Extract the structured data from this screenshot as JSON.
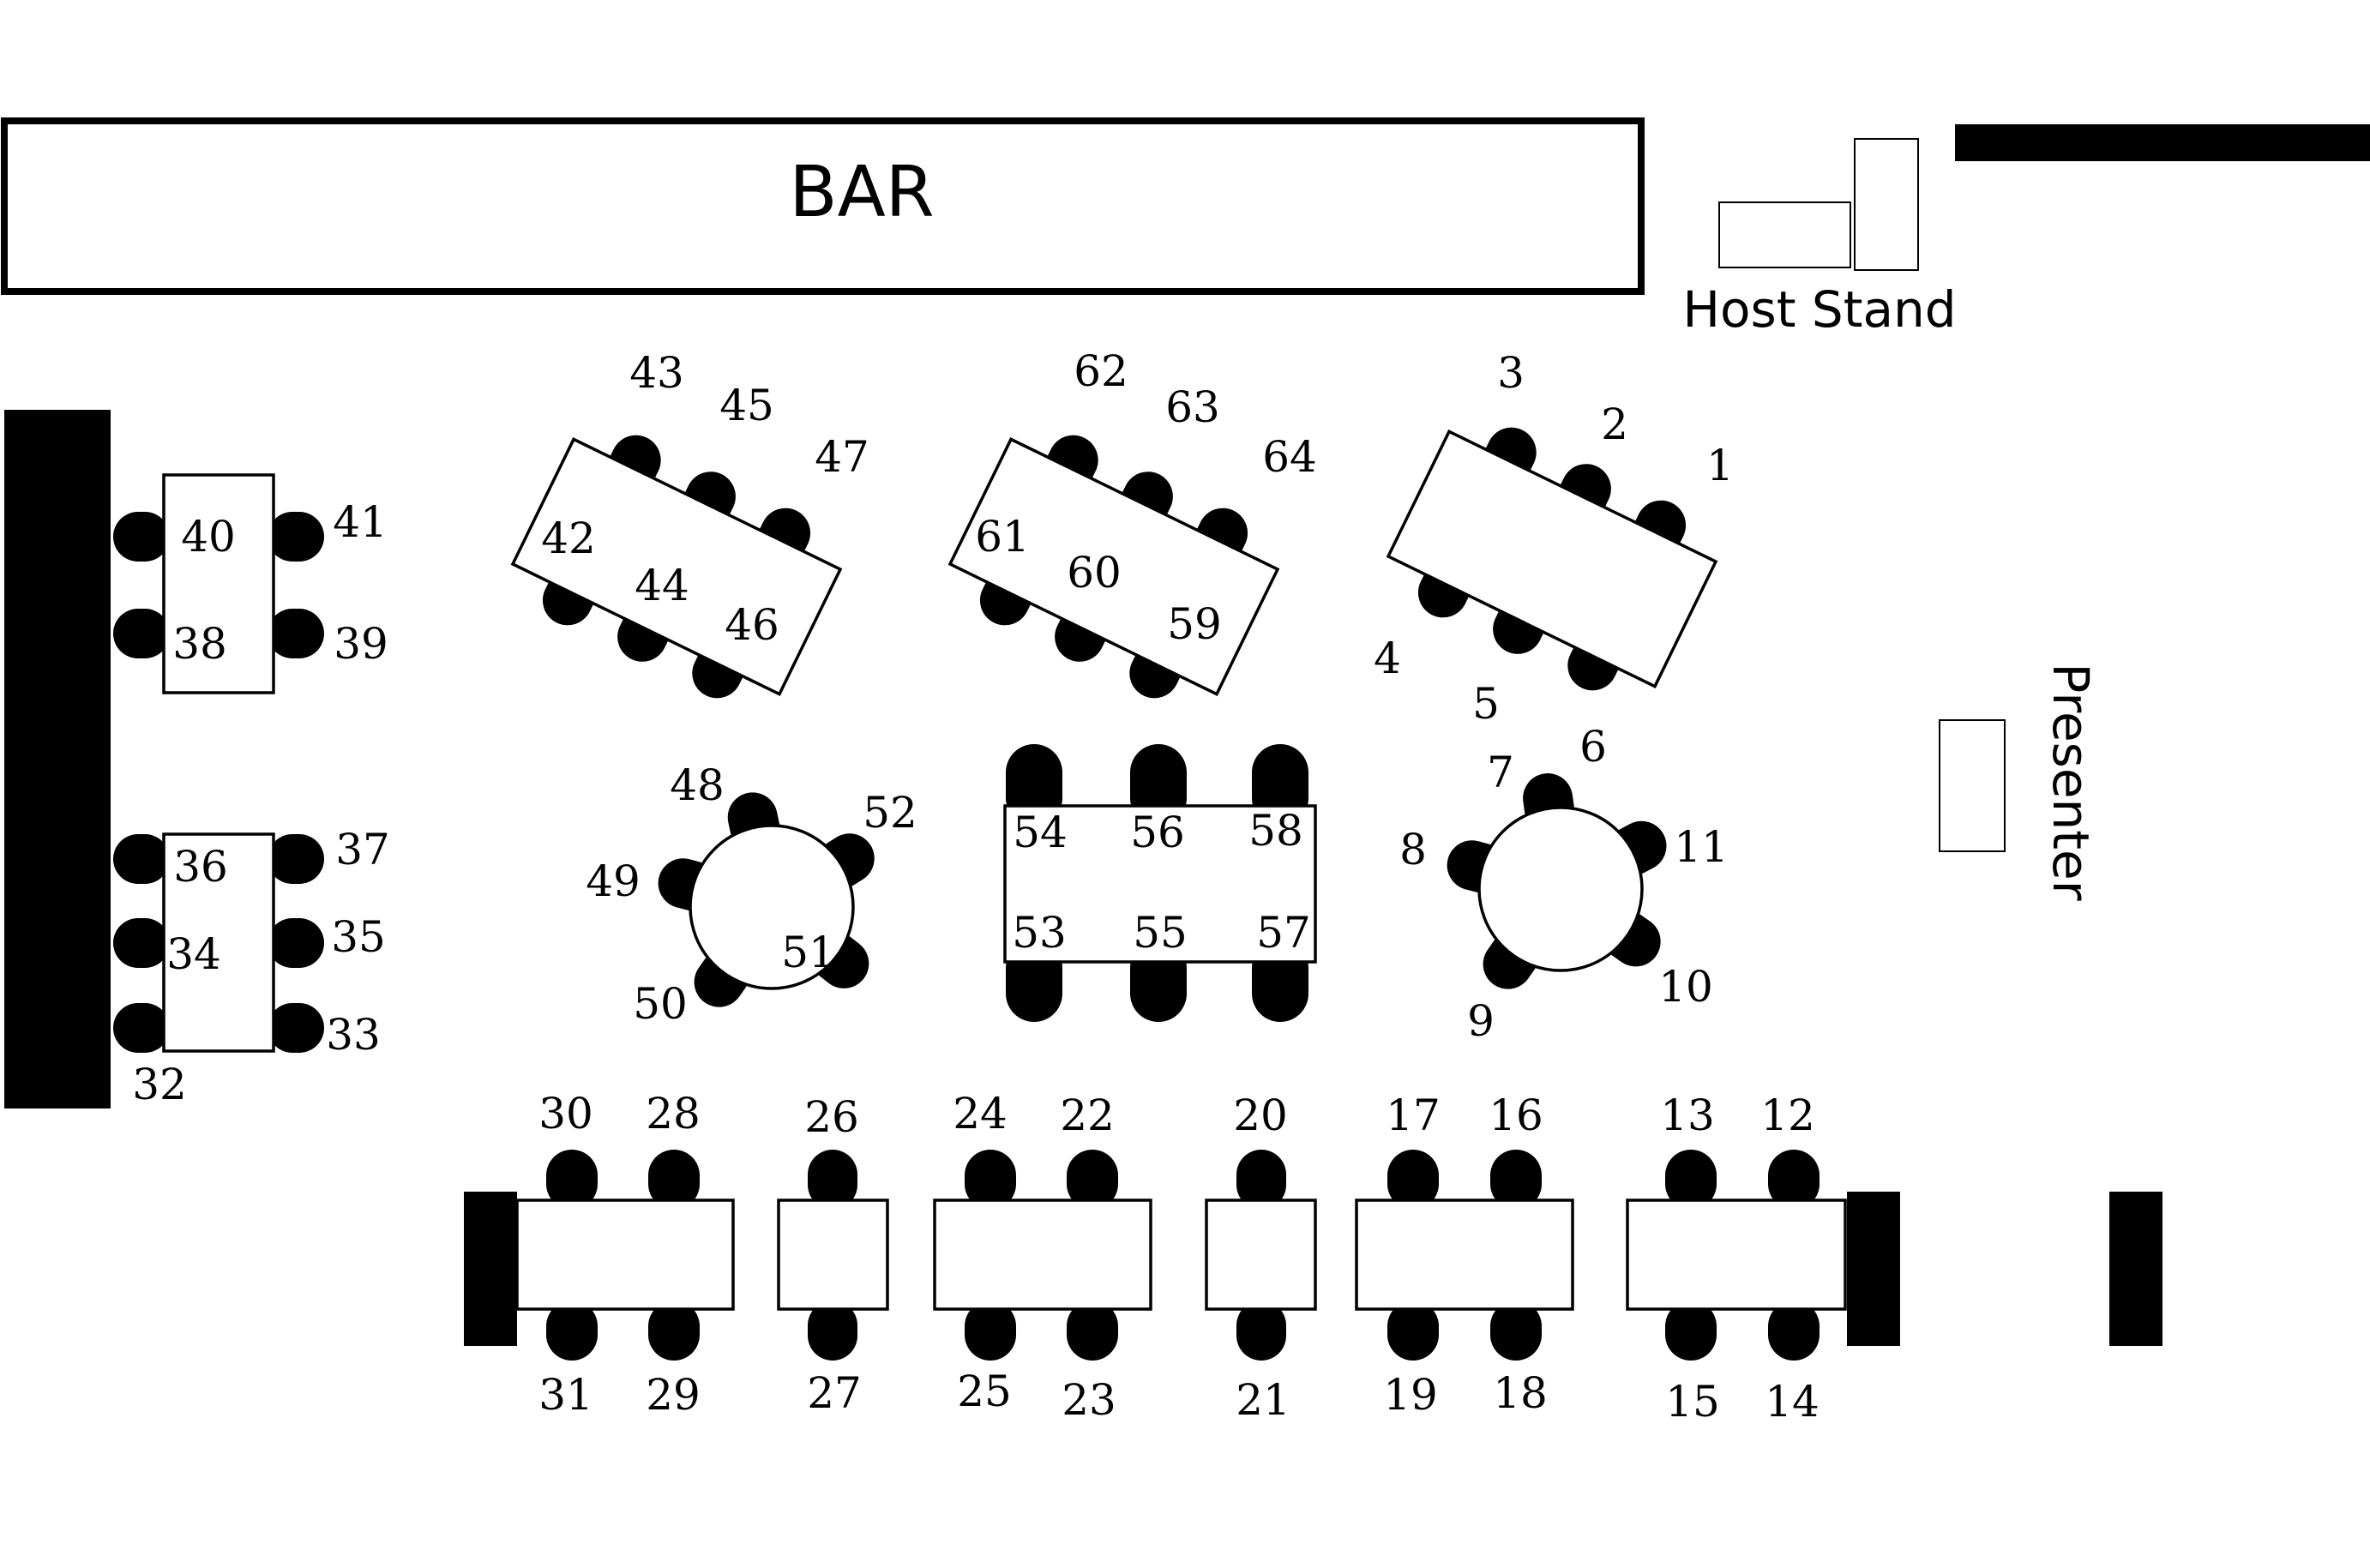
{
  "colors": {
    "ink": "#000000",
    "paper": "#ffffff"
  },
  "bar": {
    "label": "BAR"
  },
  "host_stand": {
    "label": "Host Stand"
  },
  "presenter": {
    "label": "Presenter"
  },
  "seat_numbers": [
    "1",
    "2",
    "3",
    "4",
    "5",
    "6",
    "7",
    "8",
    "9",
    "10",
    "11",
    "12",
    "13",
    "14",
    "15",
    "16",
    "17",
    "18",
    "19",
    "20",
    "21",
    "22",
    "23",
    "24",
    "25",
    "26",
    "27",
    "28",
    "29",
    "30",
    "31",
    "32",
    "33",
    "34",
    "35",
    "36",
    "37",
    "38",
    "39",
    "40",
    "41",
    "42",
    "43",
    "44",
    "45",
    "46",
    "47",
    "48",
    "49",
    "50",
    "51",
    "52",
    "53",
    "54",
    "55",
    "56",
    "57",
    "58",
    "59",
    "60",
    "61",
    "62",
    "63",
    "64"
  ]
}
